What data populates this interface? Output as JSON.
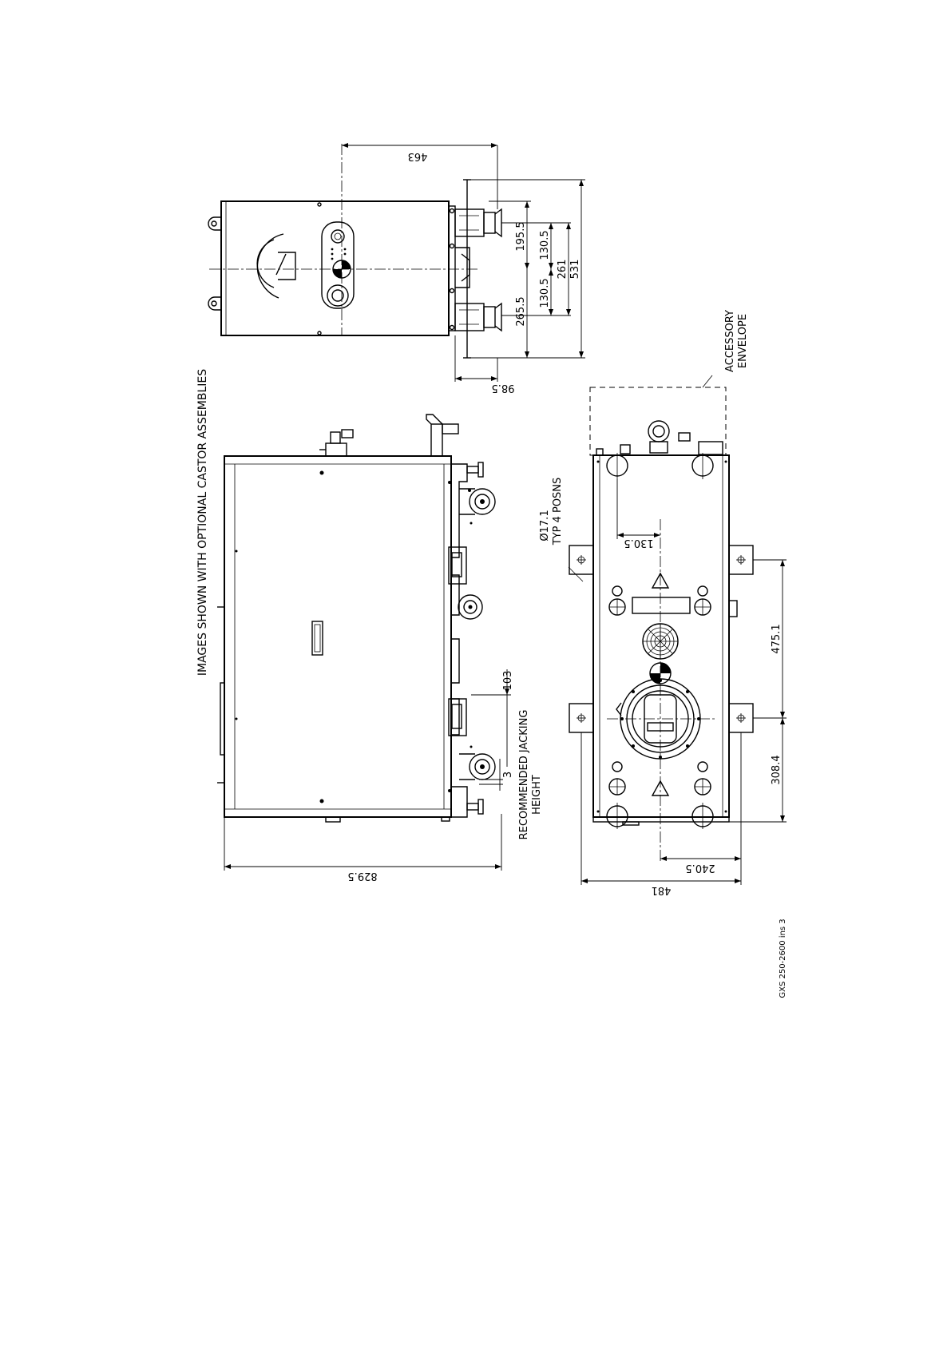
{
  "drawing": {
    "note": "IMAGES SHOWN WITH OPTIONAL CASTOR ASSEMBLIES",
    "reference": "GXS 250-2600 ins 3",
    "top_view": {
      "dims": {
        "d463": "463",
        "d195_5": "195.5",
        "d130_5_a": "130.5",
        "d130_5_b": "130.5",
        "d261": "261",
        "d531": "531",
        "d265_5": "265.5",
        "d98_5": "98.5"
      }
    },
    "side_view": {
      "dims": {
        "d829_5": "829.5",
        "d103": "103",
        "d3": "3"
      },
      "jacking_label": [
        "RECOMMENDED JACKING",
        "HEIGHT"
      ]
    },
    "bottom_view": {
      "accessory_label": [
        "ACCESSORY",
        "ENVELOPE"
      ],
      "hole_label": [
        "Ø17.1",
        "TYP 4 POSNS"
      ],
      "dims": {
        "d130_5": "130.5",
        "d475_1": "475.1",
        "d308_4": "308.4",
        "d240_5": "240.5",
        "d481": "481"
      }
    }
  }
}
